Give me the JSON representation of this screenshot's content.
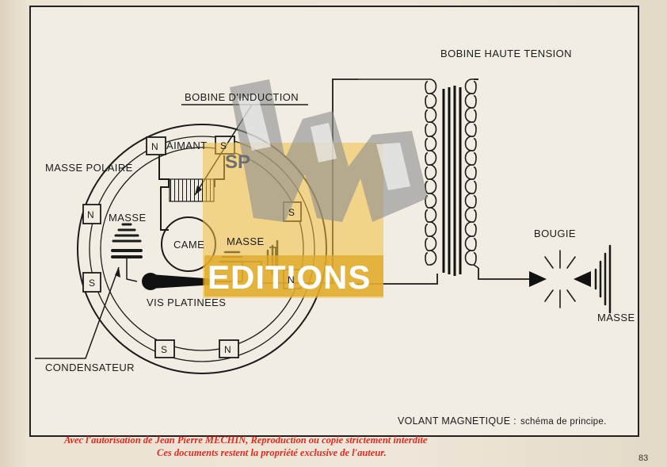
{
  "labels": {
    "bobine_ht": "BOBINE HAUTE TENSION",
    "bobine_induction": "BOBINE D'INDUCTION",
    "aimant": "AIMANT",
    "masse_polaire": "MASSE POLAIRE",
    "masse_left": "MASSE",
    "came": "CAME",
    "masse_center": "MASSE",
    "vis_platinees": "VIS PLATINEES",
    "condensateur": "CONDENSATEUR",
    "bougie": "BOUGIE",
    "masse_right": "MASSE"
  },
  "poles": {
    "top_n": "N",
    "top_s": "S",
    "left_n": "N",
    "left_s": "S",
    "right_s": "S",
    "right_n": "N",
    "bottom_s": "S",
    "bottom_n": "N"
  },
  "caption": {
    "main": "VOLANT MAGNETIQUE :",
    "sub": "schéma de principe."
  },
  "watermark": {
    "line1": "Avec l'autorisation de Jean Pierre MECHIN, Reproduction ou copie strictement interdite",
    "line2": "Ces documents restent la propriété exclusive de l'auteur.",
    "editions": "EDITIONS",
    "sp": "SP",
    "red_color": "#e8281e",
    "gold_color": "#f0c040"
  },
  "page_number": "83"
}
